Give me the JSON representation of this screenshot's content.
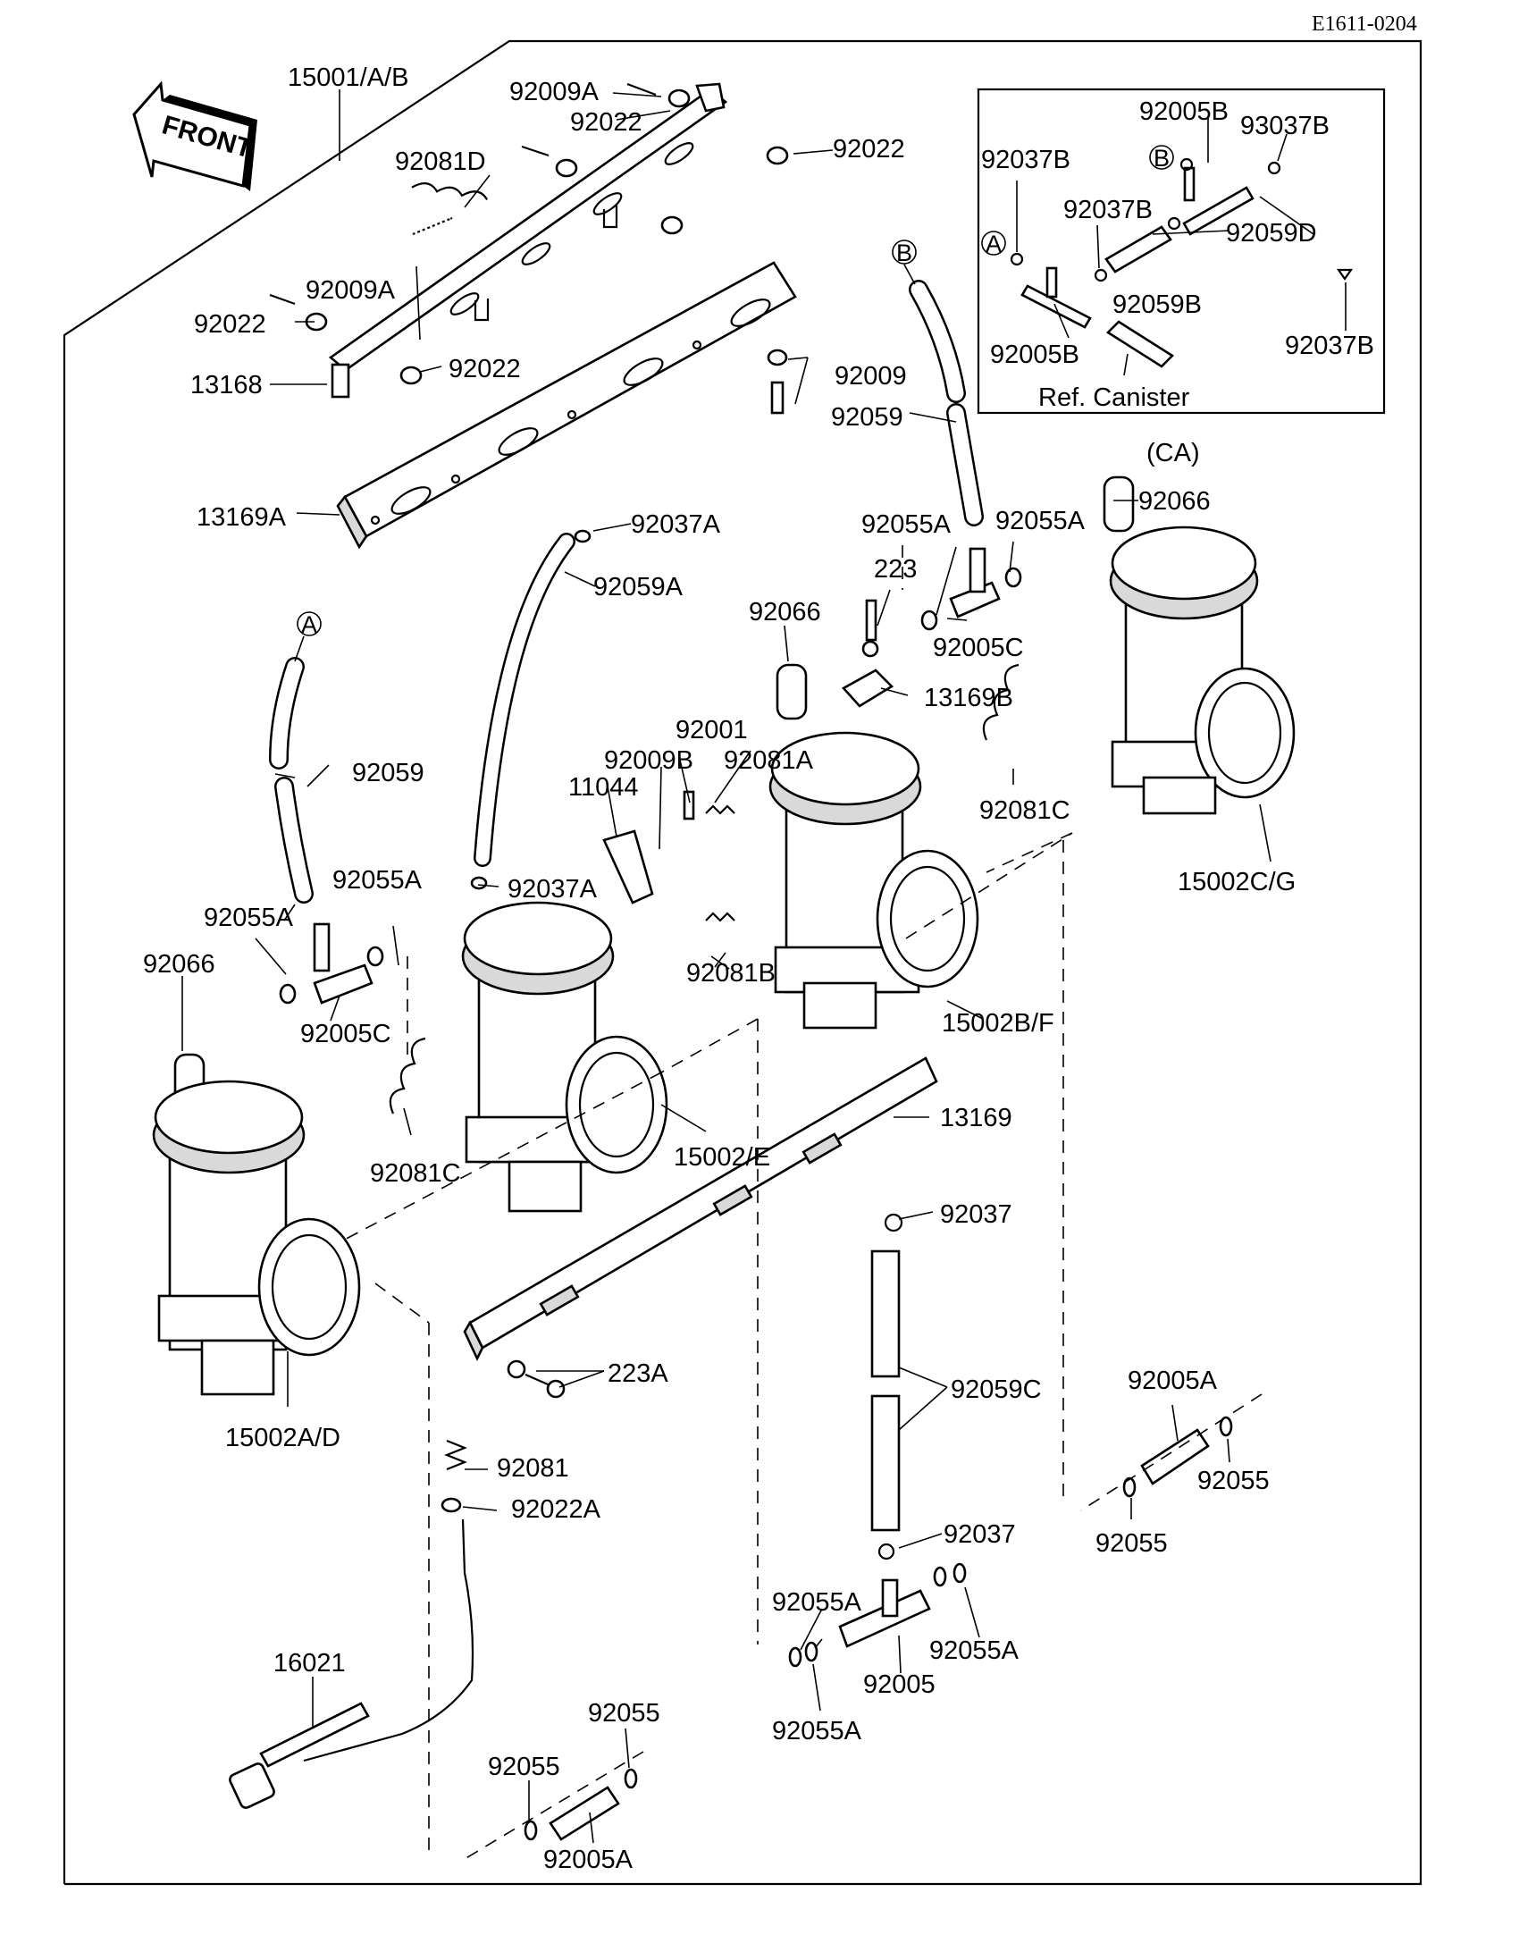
{
  "header": {
    "drawing_code": "E1611-0204"
  },
  "front_badge": "FRONT",
  "inset": {
    "note": "Ref. Canister",
    "region_code": "(CA)",
    "labels": [
      "92005B",
      "93037B",
      "92037B",
      "92037B",
      "92059D",
      "92059B",
      "92005B",
      "92037B"
    ],
    "markers": [
      "B",
      "A"
    ]
  },
  "markers": [
    "B",
    "A"
  ],
  "labels": [
    "15001/A/B",
    "92009A",
    "92022",
    "92022",
    "92081D",
    "92009A",
    "92022",
    "92022",
    "13168",
    "92009",
    "92059",
    "13169A",
    "92037A",
    "92059A",
    "92055A",
    "92055A",
    "92066",
    "223",
    "92005C",
    "92066",
    "13169B",
    "92059",
    "92001",
    "92009B",
    "92081A",
    "11044",
    "92081C",
    "15002C/G",
    "92055A",
    "92055A",
    "92037A",
    "92066",
    "92005C",
    "92081B",
    "15002B/F",
    "92081C",
    "15002/E",
    "13169",
    "92037",
    "223A",
    "15002A/D",
    "92059C",
    "92005A",
    "92055",
    "92055",
    "92081",
    "92022A",
    "92037",
    "92055A",
    "92055A",
    "92005",
    "92055A",
    "16021",
    "92055",
    "92055",
    "92005A"
  ]
}
